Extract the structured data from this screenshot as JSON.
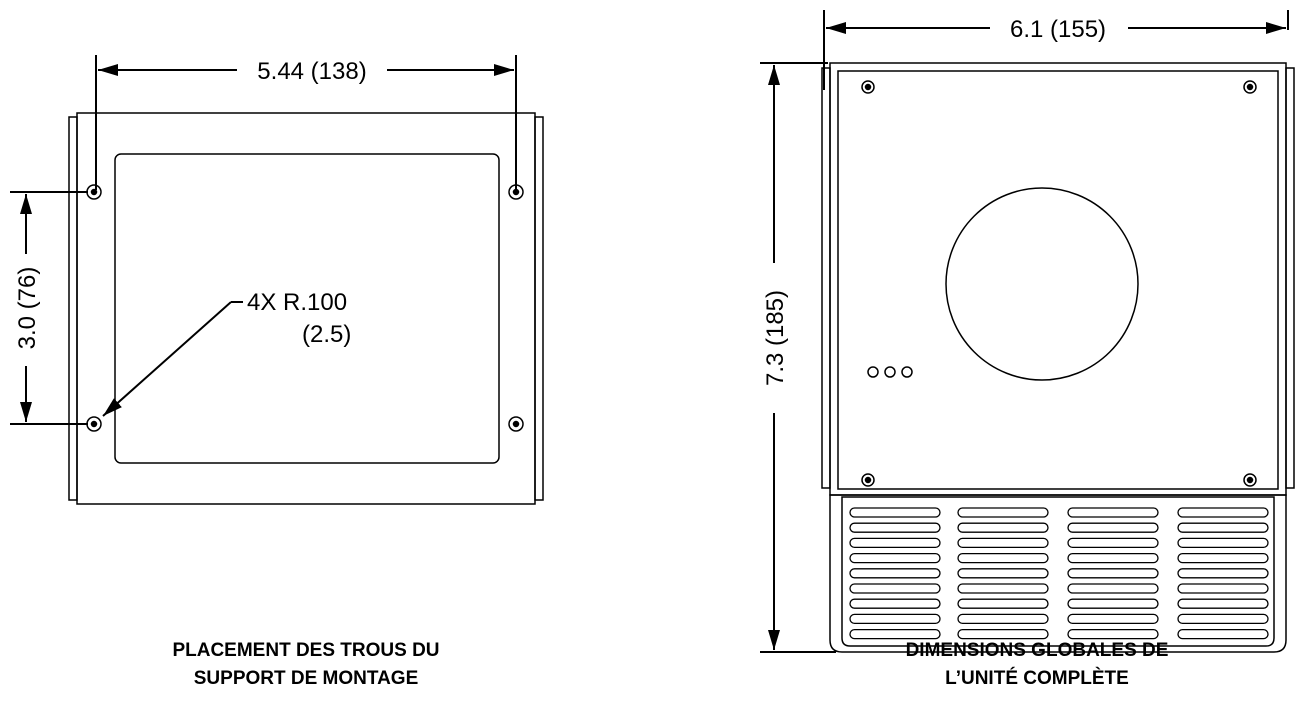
{
  "left_drawing": {
    "width_dim": "5.44 (138)",
    "height_dim": "3.0 (76)",
    "radius_dim_line1": "4X R.100",
    "radius_dim_line2": "(2.5)",
    "caption_line1": "PLACEMENT DES TROUS DU",
    "caption_line2": "SUPPORT DE MONTAGE"
  },
  "right_drawing": {
    "width_dim": "6.1 (155)",
    "height_dim": "7.3 (185)",
    "caption_line1": "DIMENSIONS GLOBALES DE",
    "caption_line2": "L’UNITÉ COMPLÈTE"
  },
  "colors": {
    "line": "#000000",
    "background": "#ffffff"
  }
}
